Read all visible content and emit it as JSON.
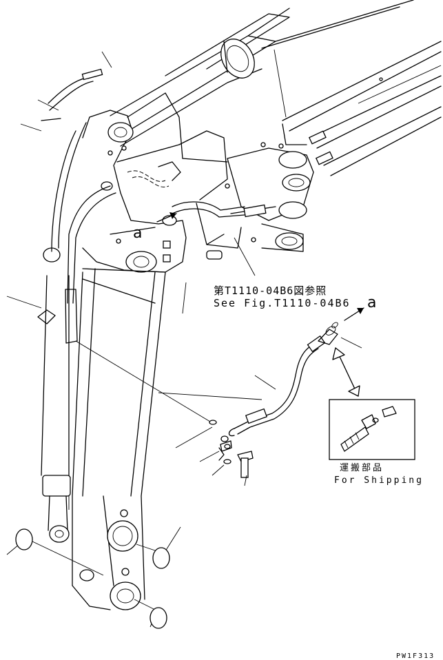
{
  "drawing": {
    "ref_jp": "第T1110-04B6図参照",
    "ref_en": "See Fig.T1110-04B6",
    "view_letter_top": "a",
    "view_letter_right": "a",
    "shipping_jp": "運搬部品",
    "shipping_en": "For Shipping",
    "drawing_code": "PW1F313"
  }
}
